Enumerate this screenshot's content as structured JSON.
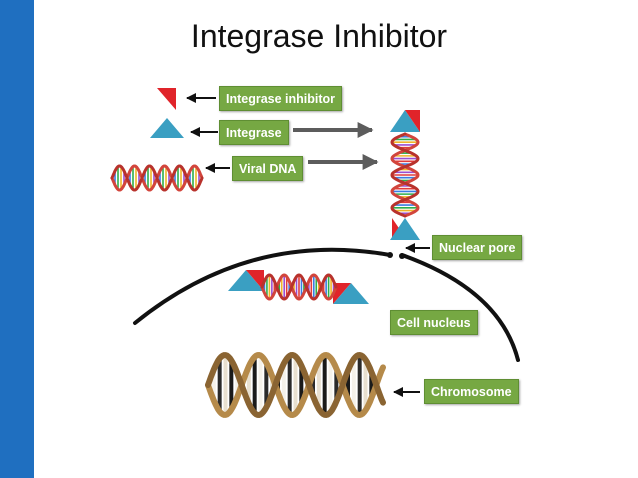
{
  "title": "Integrase Inhibitor",
  "labels": {
    "integrase_inhibitor": "Integrase inhibitor",
    "integrase": "Integrase",
    "viral_dna": "Viral DNA",
    "nuclear_pore": "Nuclear pore",
    "cell_nucleus": "Cell nucleus",
    "chromosome": "Chromosome"
  },
  "colors": {
    "sidebar": "#1f6fc0",
    "label_bg": "#76a843",
    "inhibitor_red": "#e0242a",
    "integrase_blue": "#3a9fc2",
    "arrow_gray": "#5c5c5c"
  }
}
